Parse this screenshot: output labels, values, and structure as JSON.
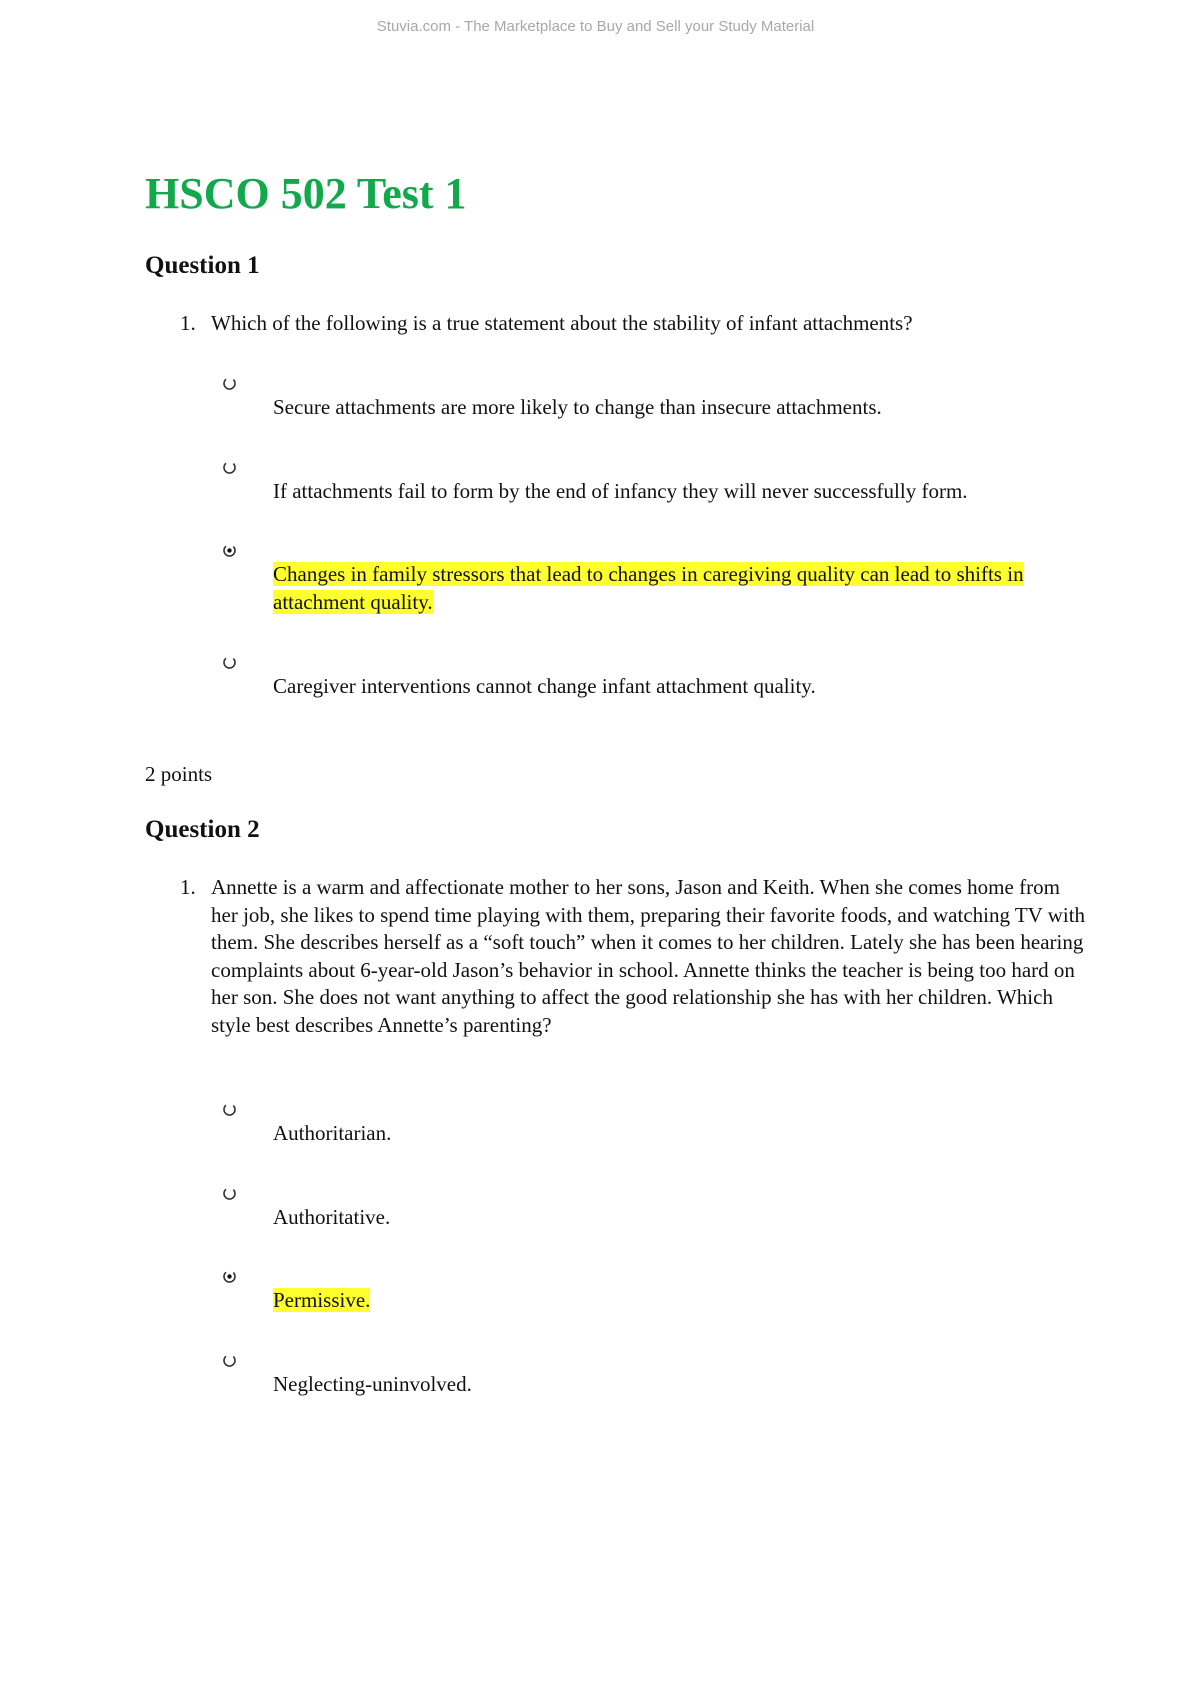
{
  "watermark": "Stuvia.com - The Marketplace to Buy and Sell your Study Material",
  "title": "HSCO 502 Test 1",
  "questions": [
    {
      "heading": "Question 1",
      "number": "1.",
      "text": "Which of the following is a true statement about the stability of infant attachments?",
      "options": [
        {
          "label": "Secure attachments are more likely to change than insecure attachments.",
          "selected": false
        },
        {
          "label": "If attachments fail to form by the end of infancy they will never successfully form.",
          "selected": false
        },
        {
          "label": "Changes in family stressors that lead to changes in caregiving quality can lead to shifts in attachment quality.",
          "selected": true
        },
        {
          "label": "Caregiver interventions cannot change infant attachment quality.",
          "selected": false
        }
      ],
      "points": "2 points"
    },
    {
      "heading": "Question 2",
      "number": "1.",
      "text": "Annette is a warm and affectionate mother to her sons, Jason and Keith. When she comes home from her job, she likes to spend time playing with them, preparing their favorite foods, and watching TV with them. She describes herself as a “soft touch” when it comes to her children. Lately she has been hearing complaints about 6-year-old Jason’s behavior in school. Annette thinks the teacher is being too hard on her son. She does not want anything to affect the good relationship she has with her children. Which style best describes Annette’s parenting?",
      "options": [
        {
          "label": "Authoritarian.",
          "selected": false
        },
        {
          "label": "Authoritative.",
          "selected": false
        },
        {
          "label": "Permissive.",
          "selected": true
        },
        {
          "label": "Neglecting-uninvolved.",
          "selected": false
        }
      ]
    }
  ],
  "colors": {
    "title": "#12a84c",
    "highlight": "#ffff2e",
    "watermark": "#a8a8a8"
  }
}
